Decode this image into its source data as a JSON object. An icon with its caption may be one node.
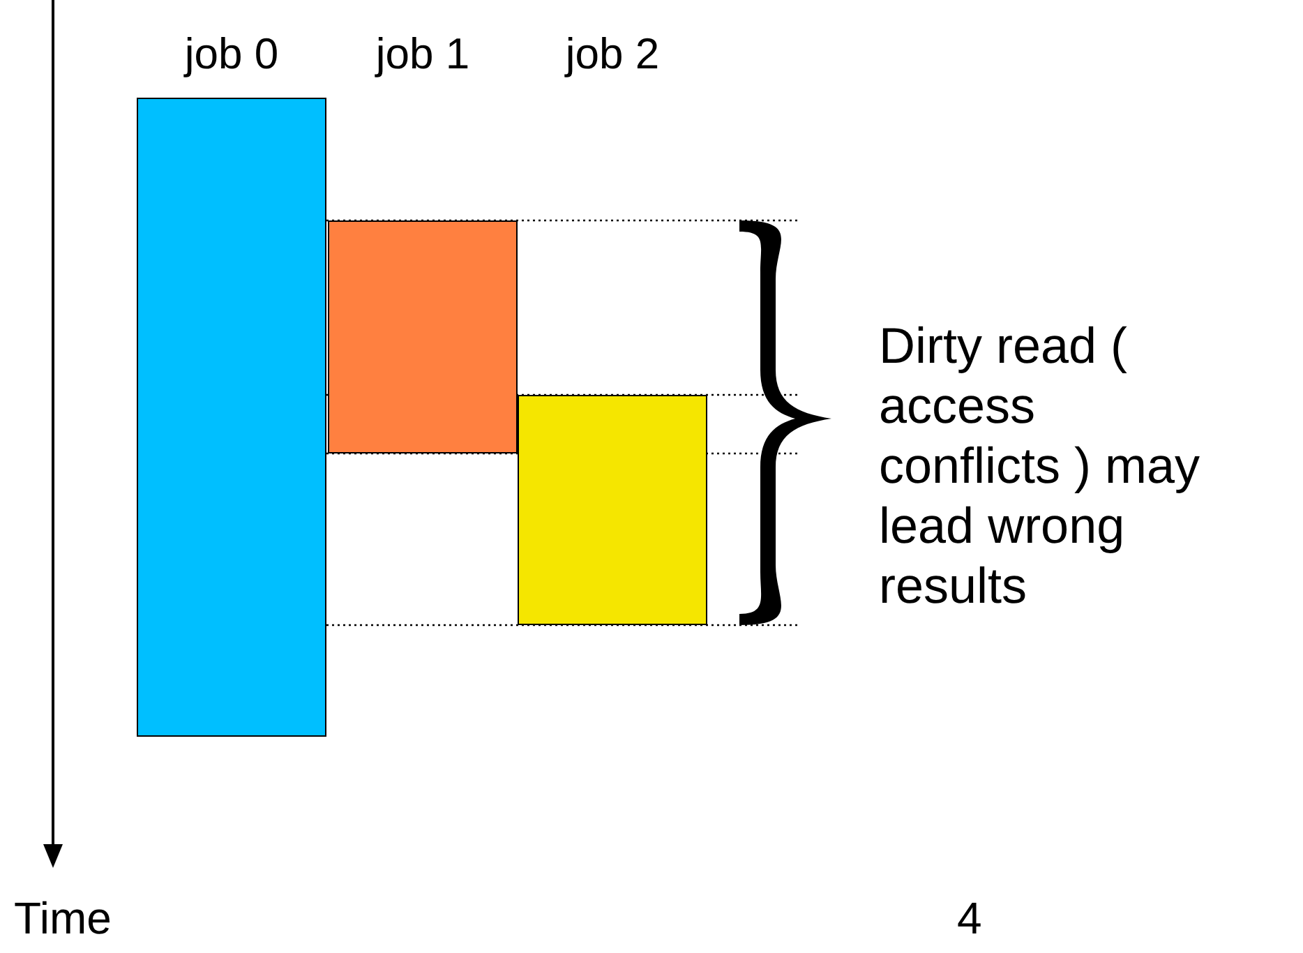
{
  "diagram": {
    "nodes": [
      {
        "text": [],
        "shape": "bar"
      },
      {
        "text": [],
        "shape": "bar"
      },
      {
        "text": [],
        "shape": "bar"
      }
    ],
    "labels": [
      "job 0",
      "job 1",
      "job 2",
      "Dirty read ( access conflicts ) may lead wrong results",
      "Time",
      "4"
    ]
  }
}
